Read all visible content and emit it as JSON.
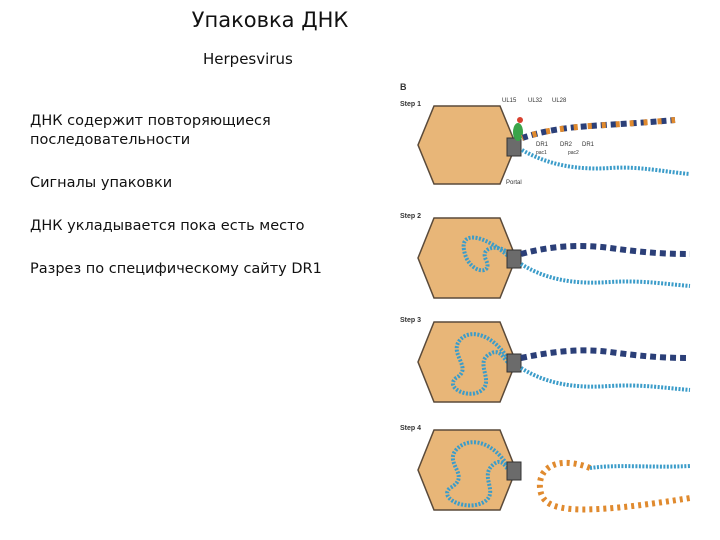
{
  "slide": {
    "title": "Упаковка ДНК",
    "subtitle": "Herpesvirus",
    "bullets": [
      "ДНК содержит повторяющиеся последовательности",
      "Сигналы упаковки",
      "ДНК укладывается пока есть место",
      "Разрез по специфическому сайту DR1"
    ]
  },
  "figure": {
    "panel_label": "B",
    "steps": [
      "Step 1",
      "Step 2",
      "Step 3",
      "Step 4"
    ],
    "protein_labels": [
      "UL15",
      "UL32",
      "UL28"
    ],
    "site_labels": [
      "DR1",
      "DR2",
      "DR1"
    ],
    "pac_labels": [
      "pac1",
      "pac2"
    ],
    "portal_label": "Portal",
    "colors": {
      "capsid": "#e8b678",
      "capsid_edge": "#5a4a3a",
      "dna": "#3b9cc9",
      "dna_dark": "#1f5f88",
      "terminase_green": "#3aa44a",
      "terminase_red": "#d8412f",
      "portal": "#6b6b6b",
      "segment_orange": "#e08a2e",
      "segment_navy": "#2b3f78"
    }
  }
}
